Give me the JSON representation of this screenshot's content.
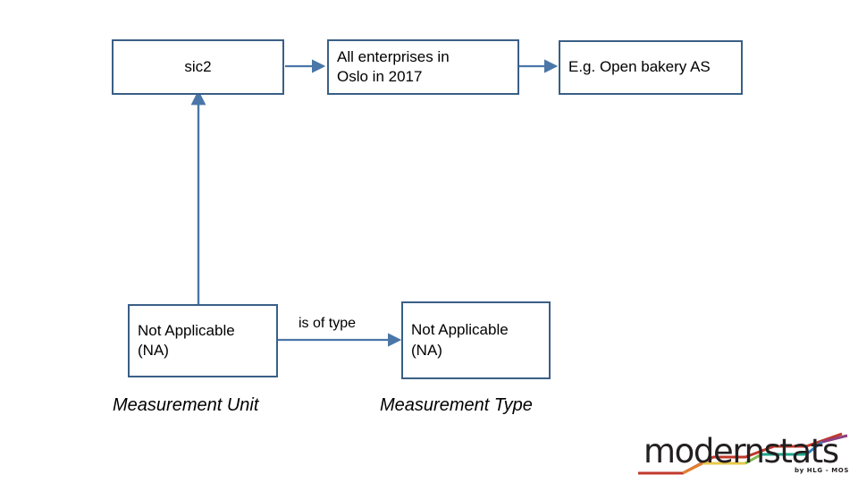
{
  "diagram": {
    "type": "flow-diagram",
    "background": "#ffffff",
    "box_border_color": "#3a5f86",
    "arrow_color": "#4a76a8",
    "text_color": "#000000",
    "nodes": [
      {
        "id": "sic2",
        "label": "sic2"
      },
      {
        "id": "all-enterprises",
        "label": "All enterprises  in\nOslo in 2017"
      },
      {
        "id": "example-enterprise",
        "label": "E.g. Open bakery AS"
      },
      {
        "id": "measurement-unit-value",
        "label": "Not Applicable\n(NA)"
      },
      {
        "id": "measurement-type-value",
        "label": "Not Applicable\n(NA)"
      }
    ],
    "edge_labels": [
      {
        "id": "is-of-type",
        "label": "is of type"
      }
    ],
    "captions": [
      {
        "id": "measurement-unit-caption",
        "label": "Measurement Unit"
      },
      {
        "id": "measurement-type-caption",
        "label": "Measurement Type"
      }
    ]
  },
  "logo": {
    "name": "modernstats-logo",
    "wordmark": "modernstats",
    "subtitle": "by HLG - MOS",
    "line_colors": [
      "#c0392b",
      "#e08030",
      "#e8c84a",
      "#7fb84a",
      "#1fa58a",
      "#2f7fc0",
      "#8e3f7e"
    ]
  }
}
